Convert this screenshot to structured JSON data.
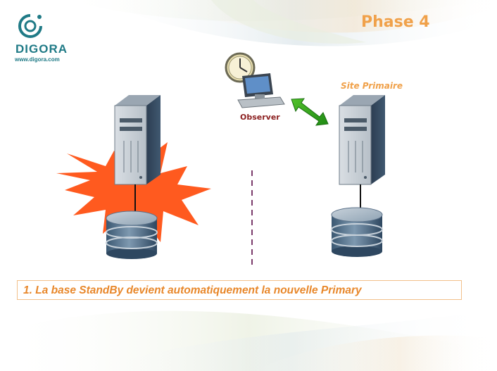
{
  "brand": {
    "name": "DIGORA",
    "url": "www.digora.com"
  },
  "slide": {
    "title": "Phase 4",
    "site_label": "Site Primaire",
    "observer_label": "Observer",
    "caption": "1. La base StandBy devient automatiquement la nouvelle Primary"
  },
  "colors": {
    "accent_orange": "#f0a14a",
    "caption_orange": "#e8872a",
    "observer_red": "#8b1f1f",
    "brand_teal": "#1f7a86",
    "explosion": "#ff5a1f",
    "arrow_green": "#2fa01a",
    "divider": "#7a3a6a"
  },
  "icons": {
    "logo": "digora-logo-icon",
    "clock": "clock-icon",
    "monitor": "computer-monitor-icon",
    "server_left": "server-tower-icon",
    "server_right": "server-tower-icon",
    "db_left": "database-icon",
    "db_right": "database-icon",
    "failure": "explosion-icon",
    "link": "double-arrow-icon"
  }
}
